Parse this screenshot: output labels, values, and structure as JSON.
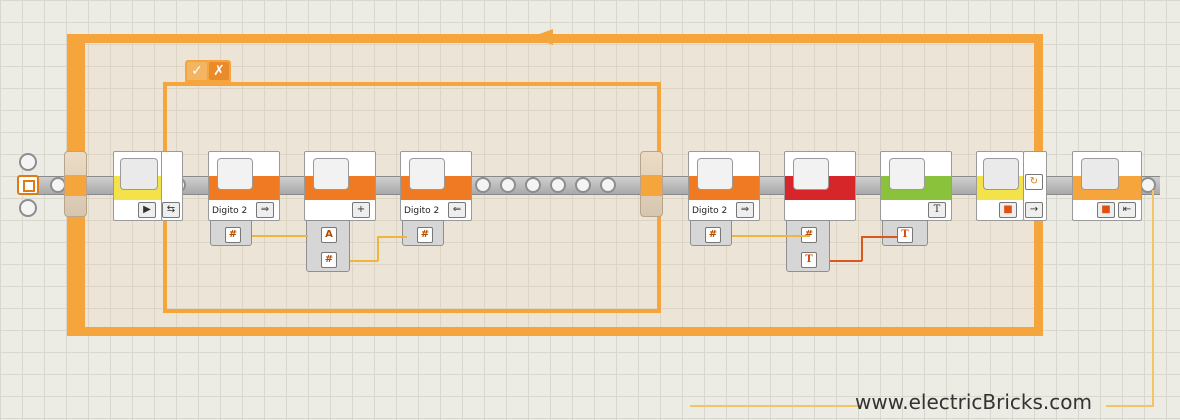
{
  "loop": {
    "arrow": "loop-back-arrow-icon"
  },
  "switch": {
    "true_tab": "✓",
    "false_tab": "✗"
  },
  "blocks": {
    "variable_read_1": {
      "label": "Digito 2"
    },
    "math": {
      "label": ""
    },
    "variable_write_1": {
      "label": "Digito 2"
    },
    "variable_read_2": {
      "label": "Digito 2"
    },
    "number_to_text": {
      "label": ""
    },
    "display": {
      "label": ""
    }
  },
  "plugs": {
    "number": "#",
    "text": "T",
    "logic": "A"
  },
  "watermark": "www.electricBricks.com"
}
